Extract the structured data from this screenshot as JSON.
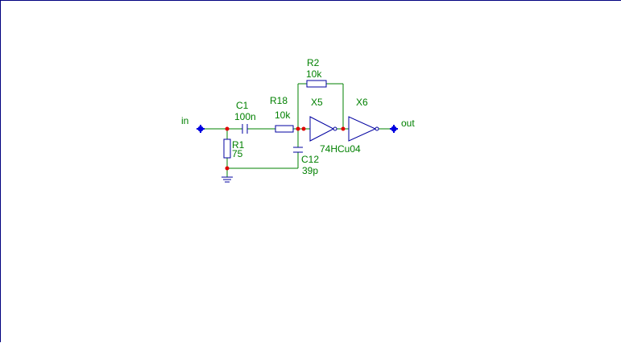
{
  "schematic": {
    "ports": {
      "input": "in",
      "output": "out"
    },
    "components": {
      "c1": {
        "ref": "C1",
        "value": "100n"
      },
      "r1": {
        "ref": "R1",
        "value": "75"
      },
      "r18": {
        "ref": "R18",
        "value": "10k"
      },
      "r2": {
        "ref": "R2",
        "value": "10k"
      },
      "c12": {
        "ref": "C12",
        "value": "39p"
      },
      "x5": {
        "ref": "X5",
        "part": "74HCu04"
      },
      "x6": {
        "ref": "X6"
      }
    },
    "colors": {
      "wire": "#008000",
      "component": "#0000a0",
      "junction": "#e00000",
      "port": "#0000e0",
      "frame": "#000080"
    }
  }
}
